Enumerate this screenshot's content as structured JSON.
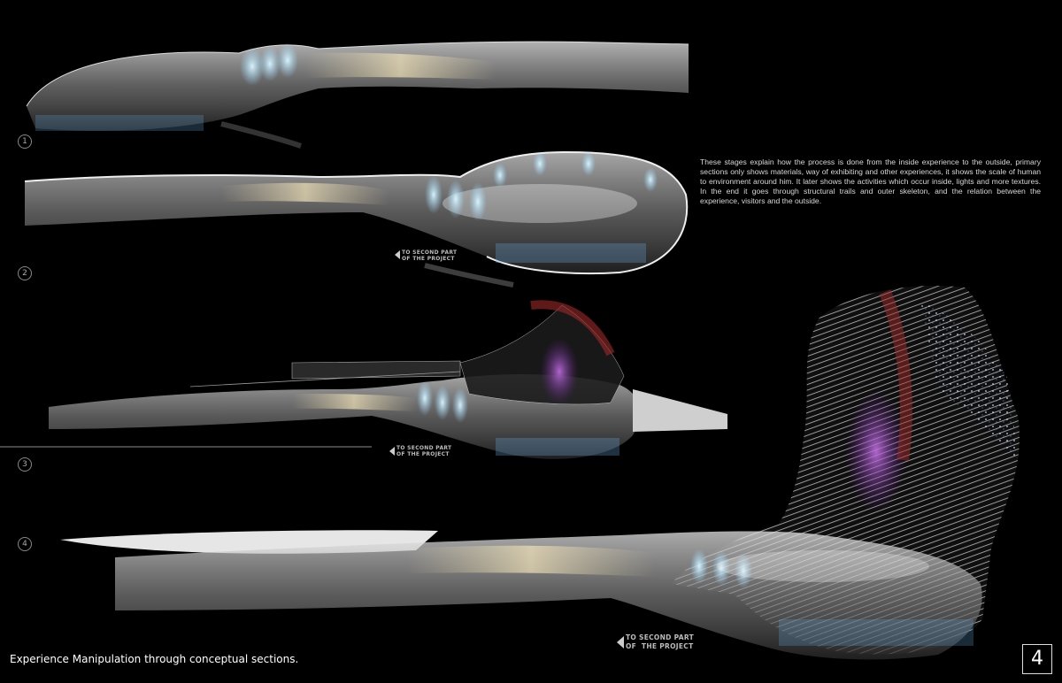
{
  "description": "These stages explain how the process is done from the inside experience to the outside, primary sections only shows materials, way of exhibiting and other experiences, it shows the scale of human to environment around him. It later shows the activities which occur inside, lights and more textures. In the end it goes through structural trails and outer skeleton, and the relation between the experience, visitors and the outside.",
  "stages": [
    "1",
    "2",
    "3",
    "4"
  ],
  "links": [
    {
      "line1": "TO SECOND PART",
      "line2": "OF THE PROJECT"
    },
    {
      "line1": "TO SECOND PART",
      "line2": "OF THE PROJECT"
    },
    {
      "line1": "TO SECOND PART",
      "line2": "OF  THE PROJECT"
    }
  ],
  "caption": "Experience Manipulation through conceptual sections.",
  "page_number": "4",
  "colors": {
    "background": "#000000",
    "section_tone": "#9a9a9a",
    "accent_light": "#8fd9ff",
    "accent_purple": "#a04cc8",
    "accent_red": "#a02a2a"
  }
}
